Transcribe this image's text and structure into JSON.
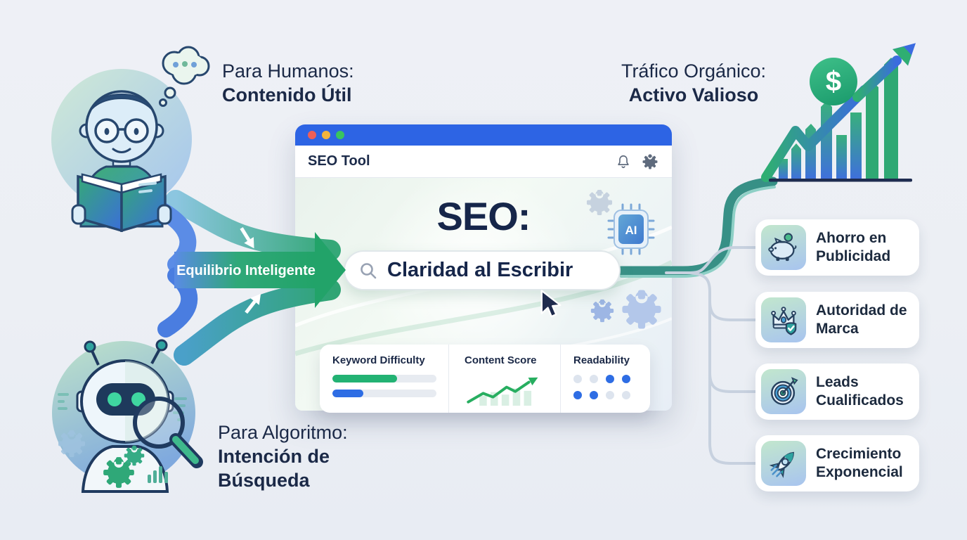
{
  "human_side": {
    "title_line1": "Para Humanos:",
    "title_line2": "Contenido Útil"
  },
  "algorithm_side": {
    "title_line1": "Para Algoritmo:",
    "title_line2": "Intención de Búsqueda"
  },
  "balance": {
    "arrow_label": "Equilibrio Inteligente"
  },
  "organic": {
    "title_line1": "Tráfico Orgánico:",
    "title_line2": "Activo Valioso",
    "currency_symbol": "$"
  },
  "browser": {
    "app_title": "SEO Tool",
    "heading": "SEO:",
    "search": {
      "value": "Claridad al Escribir"
    },
    "ai_chip_label": "AI",
    "metrics": {
      "keyword_difficulty": {
        "label": "Keyword Difficulty",
        "bar1_pct": 62,
        "bar2_pct": 30,
        "bar1_color": "#22b273",
        "bar2_color": "#2e6de4"
      },
      "content_score": {
        "label": "Content Score"
      },
      "readability": {
        "label": "Readability",
        "dot_pattern": [
          [
            0,
            0,
            1,
            1
          ],
          [
            1,
            1,
            0,
            0
          ]
        ],
        "dot_on_color": "#2e6de4",
        "dot_off_color": "#dde4ee"
      }
    }
  },
  "benefits": [
    {
      "icon": "piggy-bank-icon",
      "label": "Ahorro en Publicidad"
    },
    {
      "icon": "crown-shield-icon",
      "label": "Autoridad de Marca"
    },
    {
      "icon": "target-dart-icon",
      "label": "Leads Cualificados"
    },
    {
      "icon": "rocket-icon",
      "label": "Crecimiento Exponencial"
    }
  ],
  "colors": {
    "titlebar_blue": "#2d64e4",
    "accent_green": "#29a96e",
    "accent_blue": "#3b6be0",
    "swoosh_teal": "#379086",
    "text_navy": "#1b2947",
    "traffic_red": "#ef5f58",
    "traffic_yellow": "#f2b33d",
    "traffic_green": "#39c45f"
  }
}
